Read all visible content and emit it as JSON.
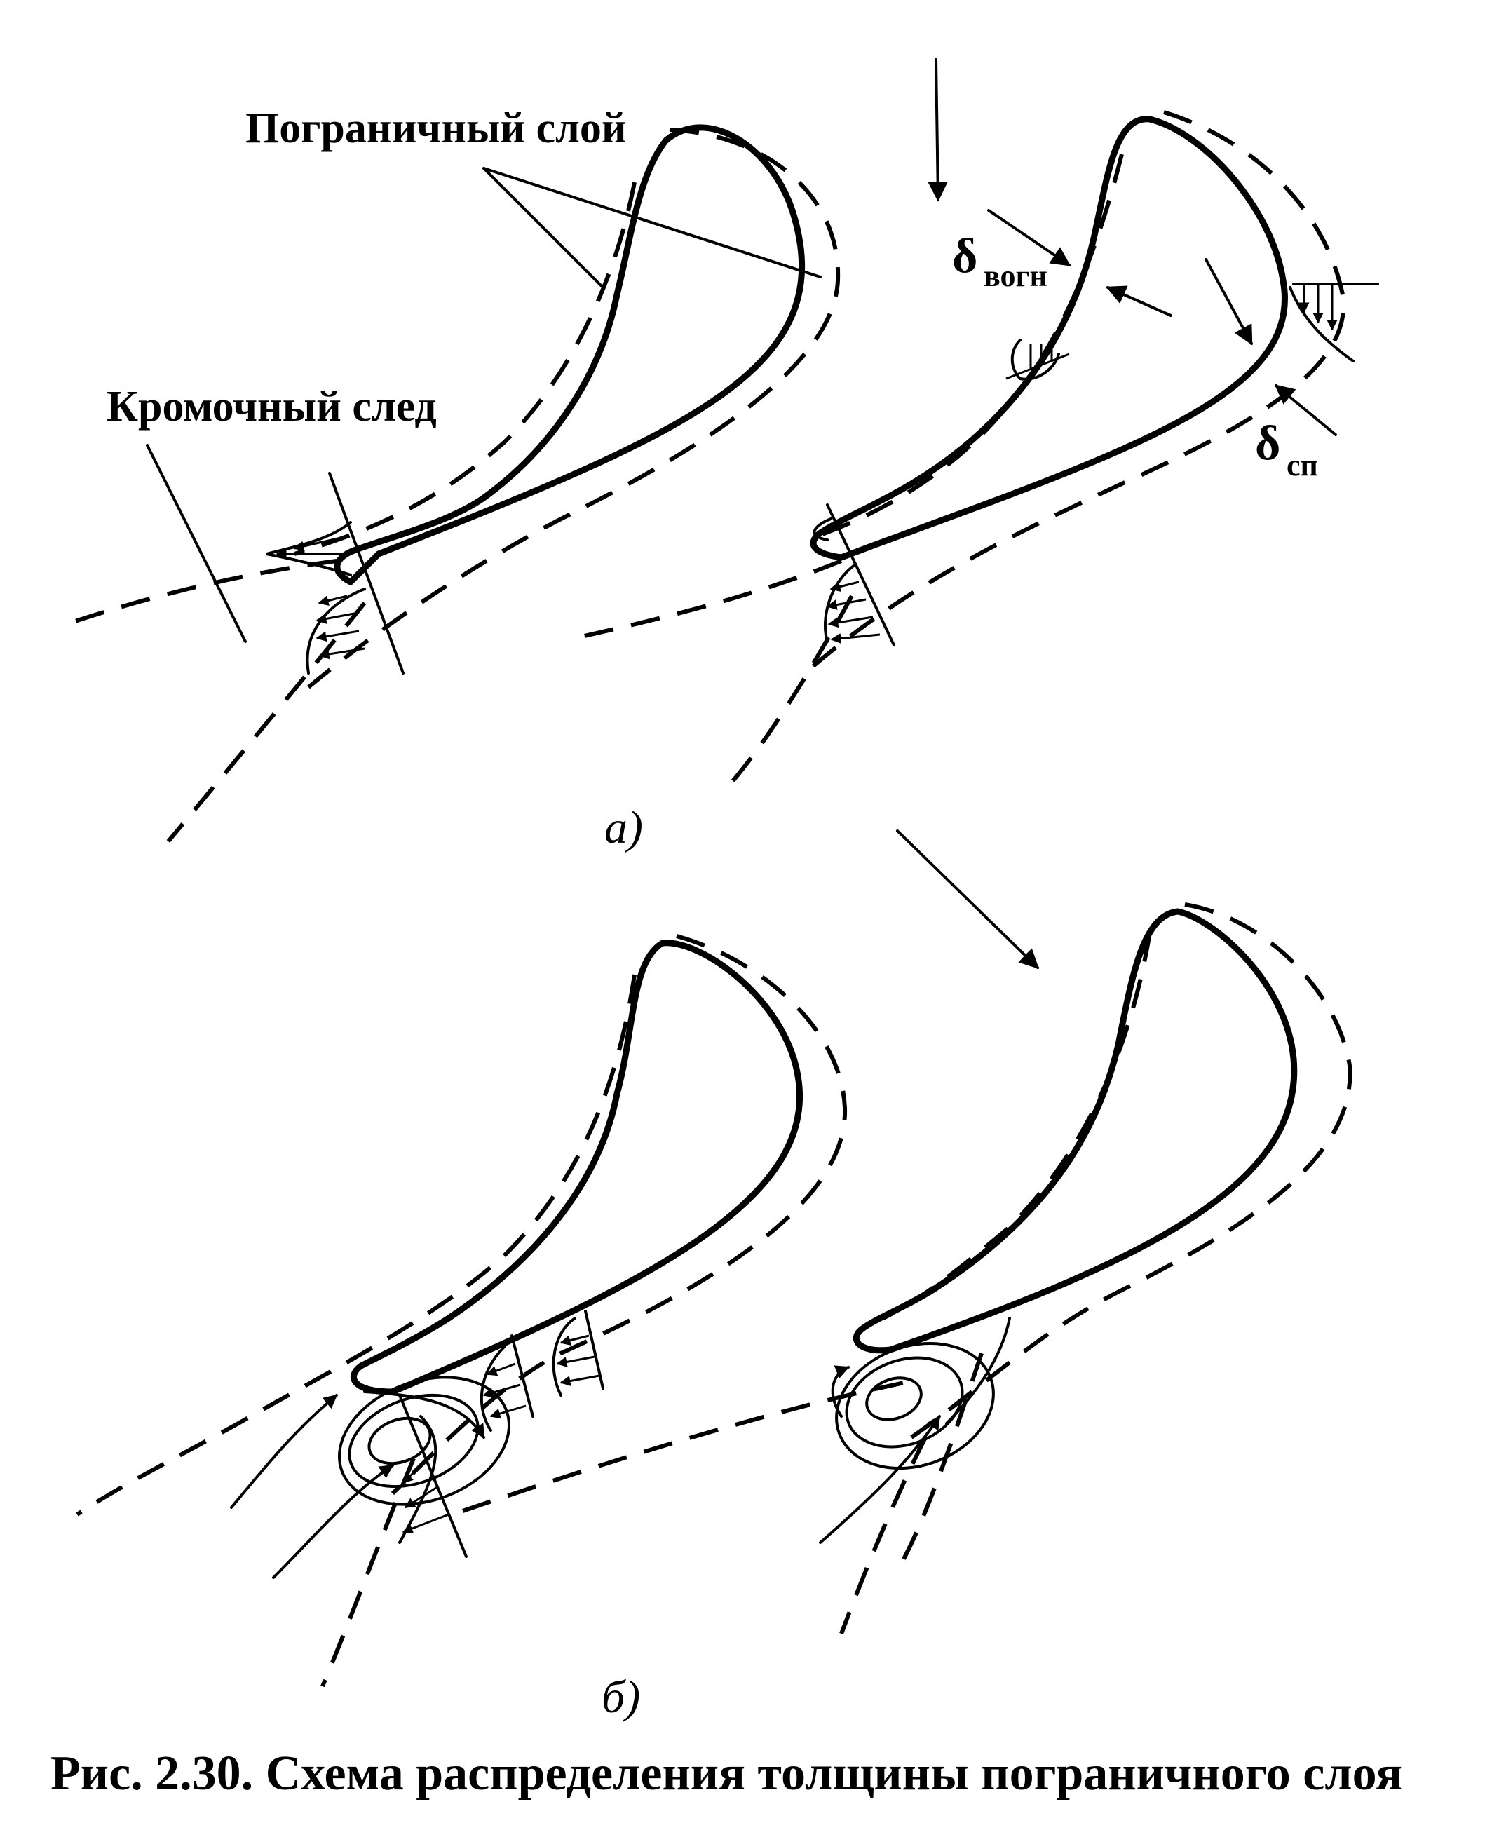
{
  "labels": {
    "boundary_layer": "Пограничный слой",
    "edge_wake": "Кромочный след",
    "delta_symbol": "δ",
    "delta_concave_sub": "вогн",
    "delta_suction_sub": "сп",
    "part_a": "а)",
    "part_b": "б)"
  },
  "caption": "Рис. 2.30. Схема распределения толщины пограничного слоя"
}
